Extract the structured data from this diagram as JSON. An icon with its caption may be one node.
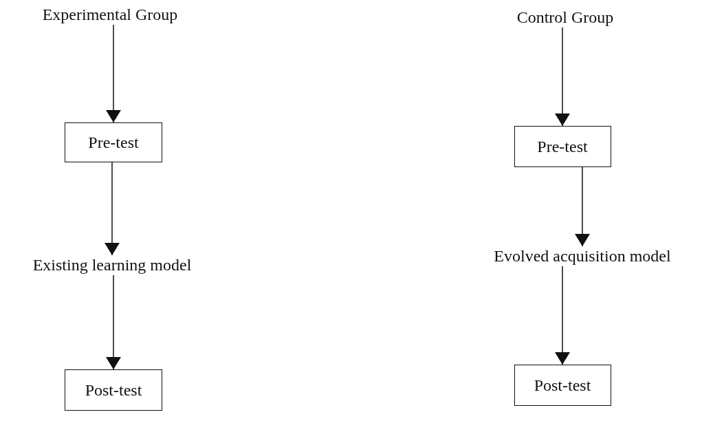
{
  "diagram": {
    "nodes": [
      {
        "text": [
          "Experimental Group"
        ]
      },
      {
        "text": [
          "Pre-test"
        ]
      },
      {
        "text": [
          "Existing learning model"
        ]
      },
      {
        "text": [
          "Post-test"
        ]
      },
      {
        "text": [
          "Control Group"
        ]
      },
      {
        "text": [
          "Pre-test"
        ]
      },
      {
        "text": [
          "Evolved acquisition model"
        ]
      },
      {
        "text": [
          "Post-test"
        ]
      }
    ],
    "edges": [
      {
        "from": 0,
        "to": 1,
        "arrow": "to"
      },
      {
        "from": 1,
        "to": 2,
        "arrow": "to"
      },
      {
        "from": 2,
        "to": 3,
        "arrow": "to"
      },
      {
        "from": 4,
        "to": 5,
        "arrow": "to"
      },
      {
        "from": 5,
        "to": 6,
        "arrow": "to"
      },
      {
        "from": 6,
        "to": 7,
        "arrow": "to"
      }
    ]
  }
}
